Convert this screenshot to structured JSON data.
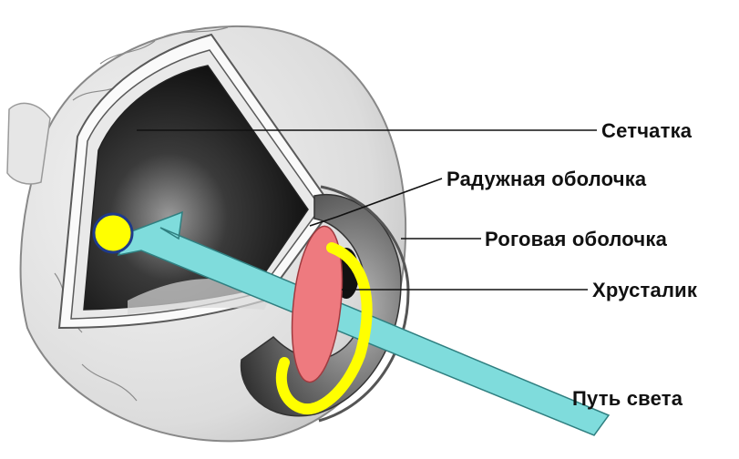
{
  "labels": {
    "retina": "Сетчатка",
    "iris": "Радужная оболочка",
    "cornea": "Роговая оболочка",
    "lens": "Хрусталик",
    "light_path": "Путь света"
  },
  "colors": {
    "light_beam": "#7fdcdc",
    "lens_fill": "#ee7a7f",
    "highlight_outline": "#ffff00",
    "focus_point": "#ffff00",
    "focus_point_border": "#1f3a8a"
  }
}
